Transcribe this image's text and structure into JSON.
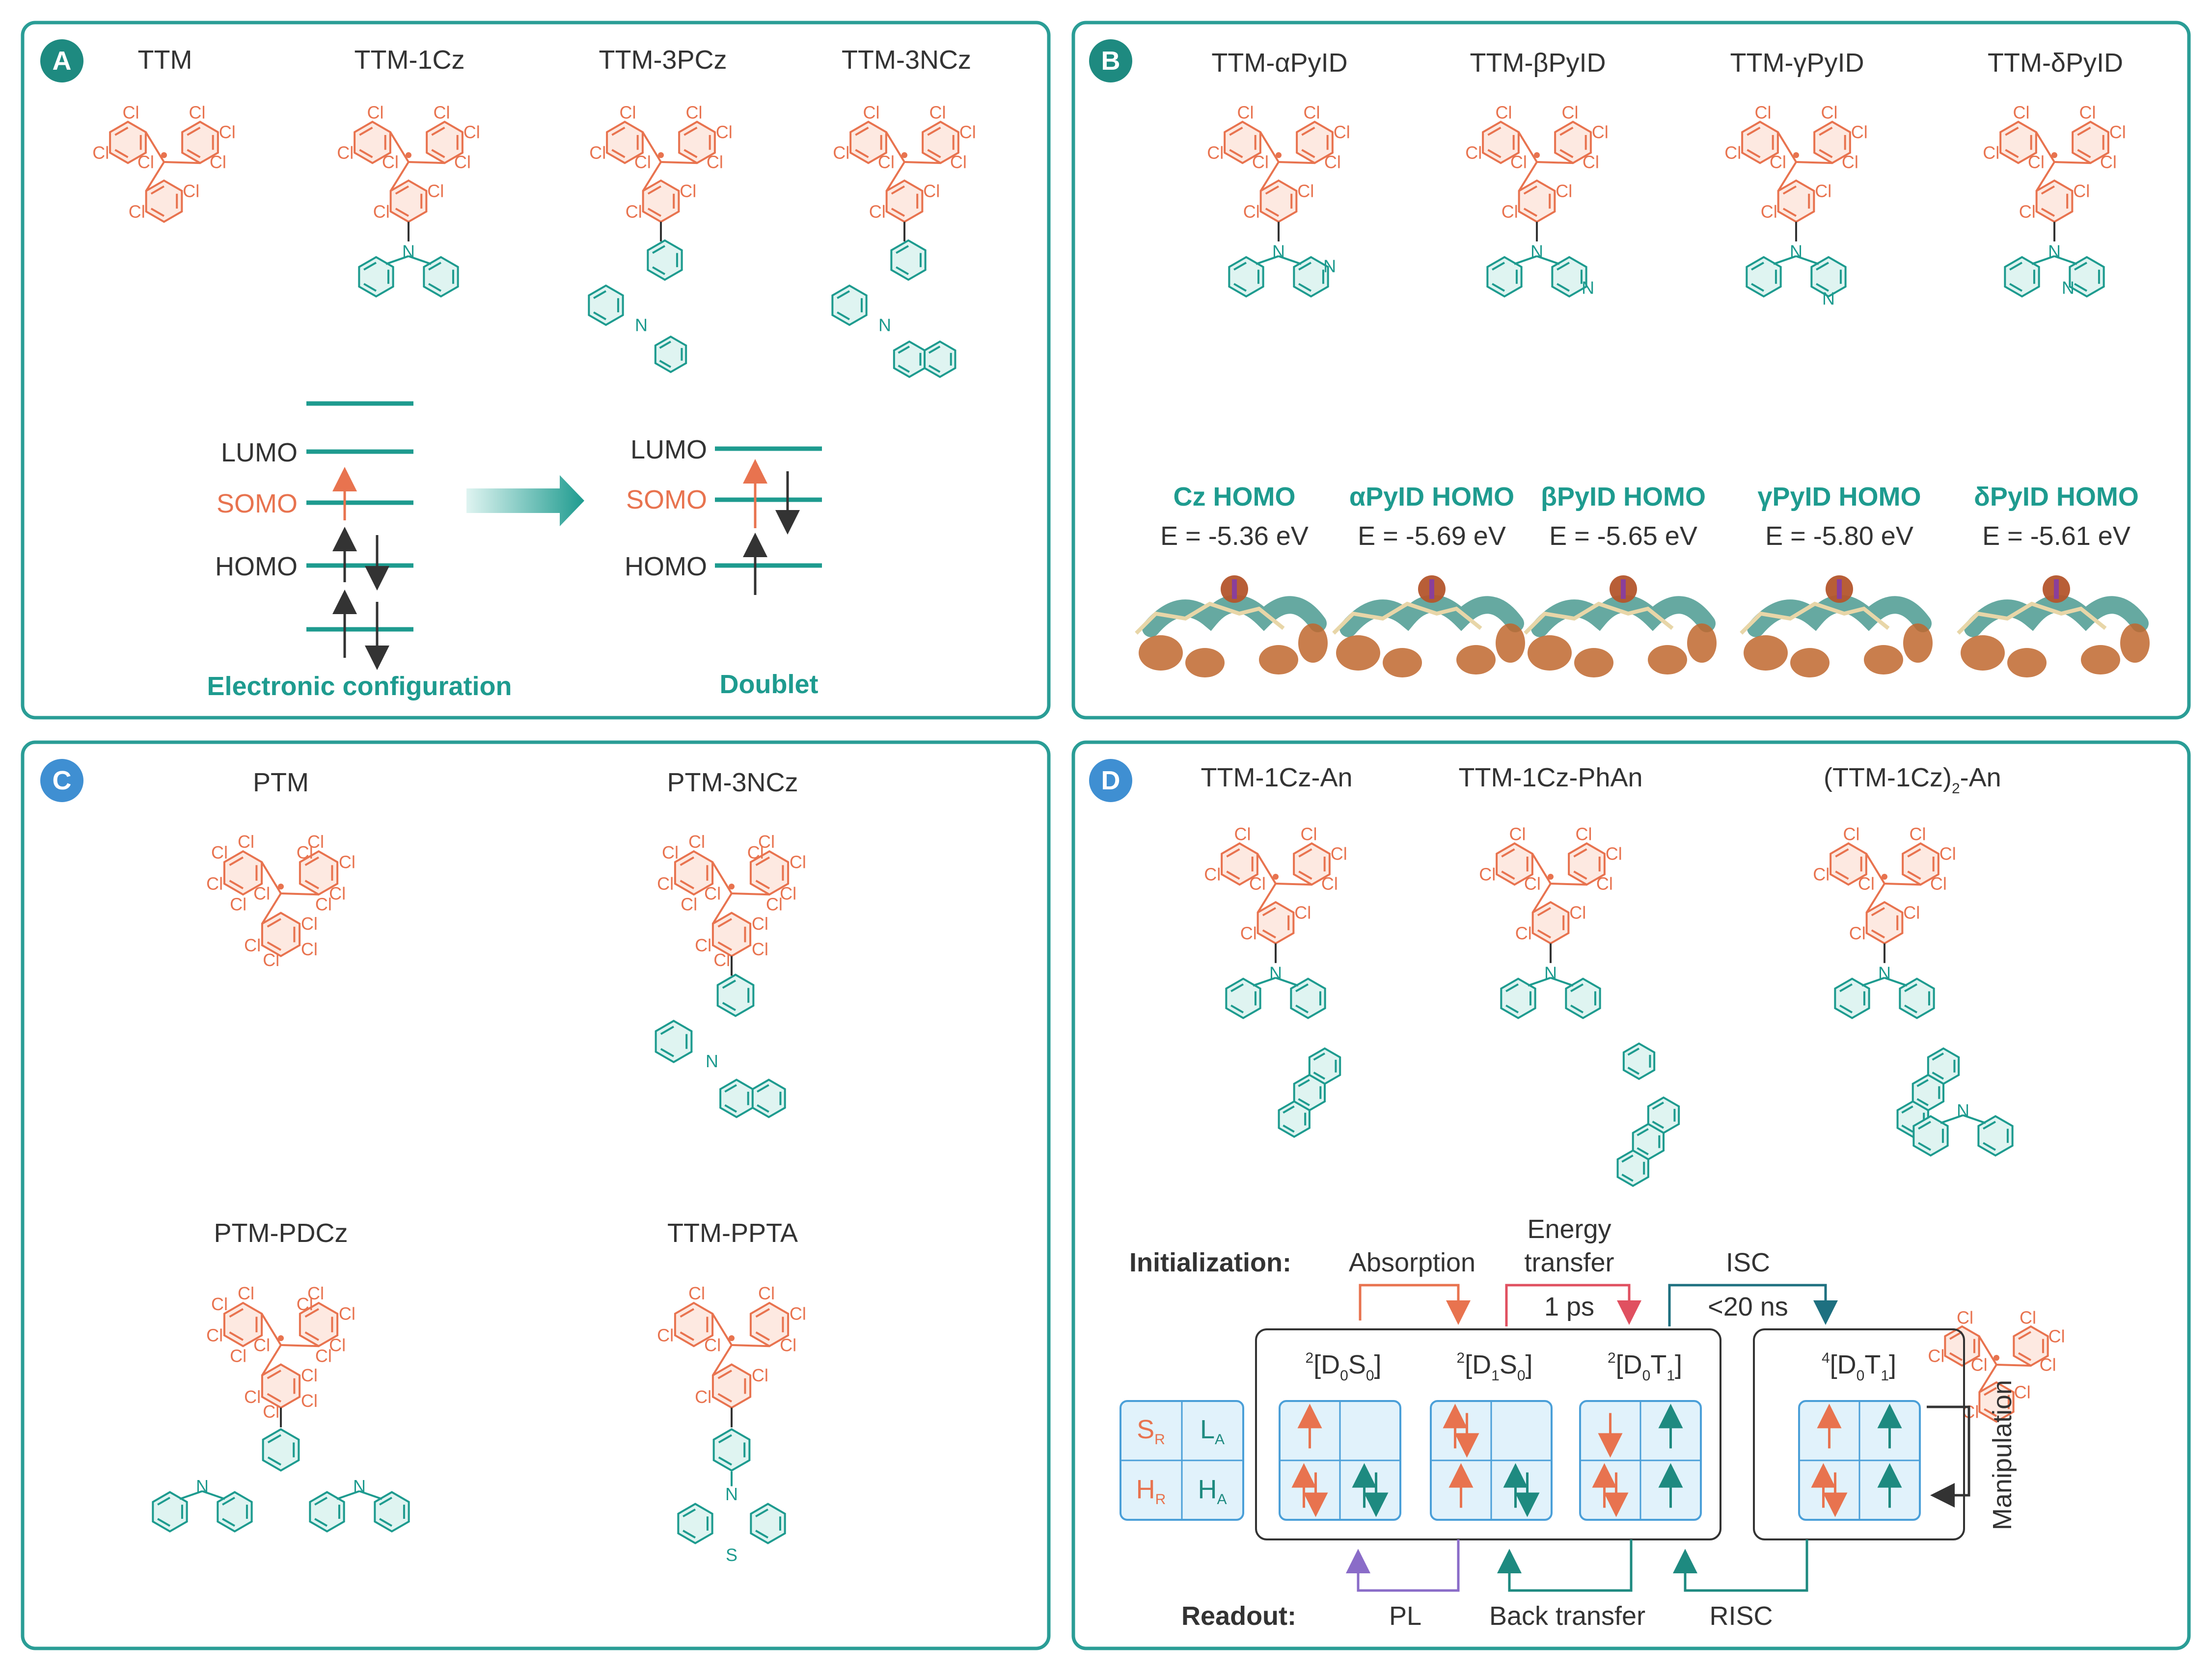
{
  "colors": {
    "frame": "#2a9d96",
    "radical_core": "#e8734f",
    "donor": "#1e9b8f",
    "badge_ab": "#1e8a80",
    "badge_cd": "#3f8fd2",
    "absorption": "#e8734f",
    "energy_transfer": "#e05060",
    "isc": "#1e7080",
    "pl": "#8a6cc8"
  },
  "panelA": {
    "badge": "A",
    "molecules": [
      "TTM",
      "TTM-1Cz",
      "TTM-3PCz",
      "TTM-3NCz"
    ],
    "levels": {
      "lumo": "LUMO",
      "somo": "SOMO",
      "homo": "HOMO"
    },
    "caption_left": "Electronic configuration",
    "caption_right": "Doublet"
  },
  "panelB": {
    "badge": "B",
    "molecules": [
      "TTM-αPyID",
      "TTM-βPyID",
      "TTM-γPyID",
      "TTM-δPyID"
    ],
    "orbitals": [
      {
        "name": "Cz HOMO",
        "energy": "E = -5.36 eV"
      },
      {
        "name": "αPyID HOMO",
        "energy": "E = -5.69 eV"
      },
      {
        "name": "βPyID HOMO",
        "energy": "E = -5.65 eV"
      },
      {
        "name": "γPyID HOMO",
        "energy": "E = -5.80 eV"
      },
      {
        "name": "δPyID HOMO",
        "energy": "E = -5.61 eV"
      }
    ]
  },
  "panelC": {
    "badge": "C",
    "molecules": [
      "PTM",
      "PTM-3NCz",
      "PTM-PDCz",
      "TTM-PPTA"
    ]
  },
  "panelD": {
    "badge": "D",
    "molecules": [
      "TTM-1Cz-An",
      "TTM-1Cz-PhAn",
      "(TTM-1Cz)",
      "2",
      "-An"
    ],
    "initialization": "Initialization:",
    "readout": "Readout:",
    "absorption": "Absorption",
    "energy_transfer_1": "Energy",
    "energy_transfer_2": "transfer",
    "energy_time": "1 ps",
    "isc": "ISC",
    "isc_time": "<20 ns",
    "states": [
      "2[D0S0]",
      "2[D1S0]",
      "2[D0T1]",
      "4[D0T1]"
    ],
    "legend": {
      "sr": "S",
      "sr_sub": "R",
      "la": "L",
      "la_sub": "A",
      "hr": "H",
      "hr_sub": "R",
      "ha": "H",
      "ha_sub": "A"
    },
    "pl": "PL",
    "back_transfer": "Back transfer",
    "risc": "RISC",
    "manipulation": "Manipulation"
  }
}
